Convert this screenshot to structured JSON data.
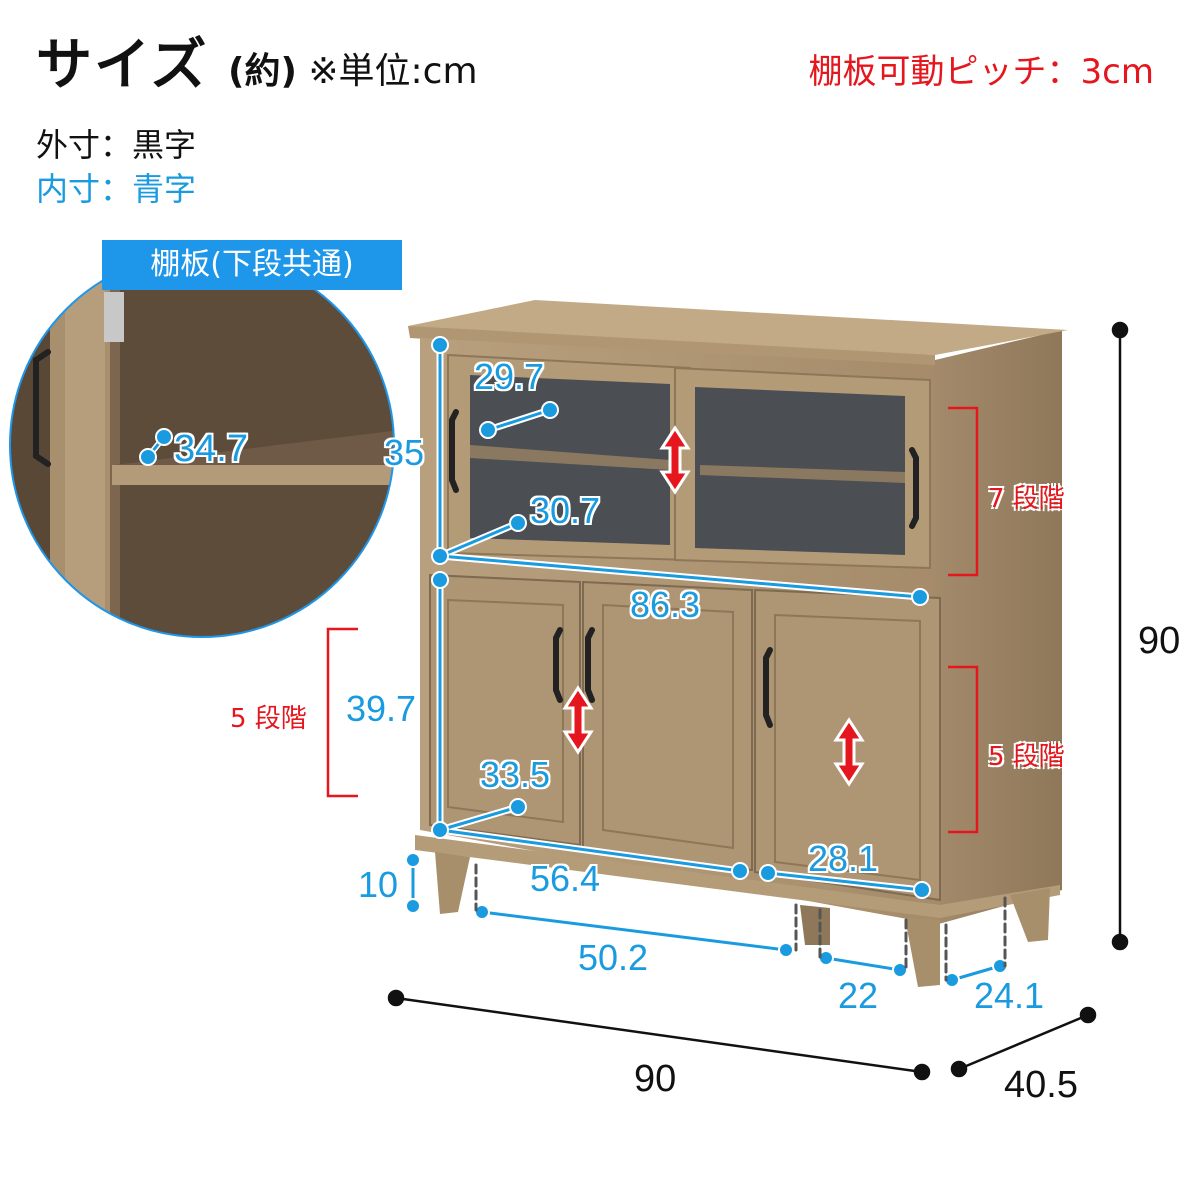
{
  "header": {
    "title": "サイズ",
    "title_paren": "(約)",
    "unit_note": "※単位:cm",
    "shelf_pitch": "棚板可動ピッチ：3cm",
    "legend_outer": "外寸：黒字",
    "legend_inner": "内寸：青字"
  },
  "inset": {
    "label": "棚板(下段共通)",
    "shelf_depth": "34.7"
  },
  "colors": {
    "inner_dim_blue": "#1a9be0",
    "label_bg_blue": "#1e96ea",
    "adjust_red": "#e5161d",
    "outer_dim_black": "#111111",
    "wood_light": "#b49a77",
    "wood_dark": "#9c8262",
    "glass": "#4a4d52"
  },
  "dimensions": {
    "outer": {
      "height": "90",
      "width": "90",
      "depth": "40.5"
    },
    "inner": {
      "upper_height": "35",
      "upper_depth_top": "29.7",
      "upper_depth_bottom": "30.7",
      "upper_width": "86.3",
      "lower_height": "39.7",
      "lower_depth": "33.5",
      "lower_left_width": "56.4",
      "lower_right_width": "28.1",
      "leg_height": "10",
      "under_clearance_width": "50.2",
      "leg_gap_right": "22",
      "under_clearance_depth": "24.1"
    }
  },
  "adjustable_shelves": {
    "upper_right": "7 段階",
    "lower_right": "5 段階",
    "lower_left": "5 段階"
  }
}
